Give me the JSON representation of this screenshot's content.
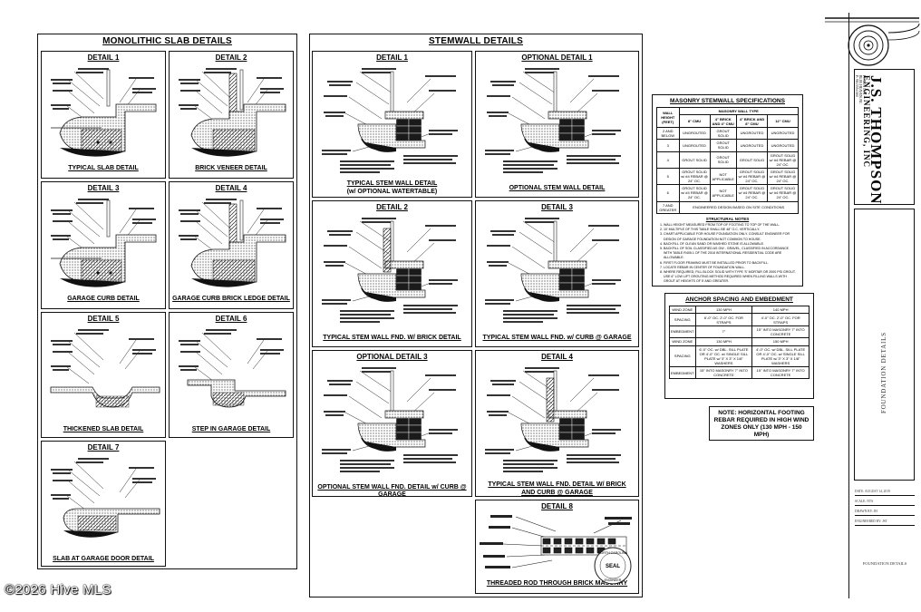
{
  "monolithic": {
    "title": "MONOLITHIC SLAB DETAILS",
    "details": [
      {
        "head": "DETAIL 1",
        "caption": "TYPICAL SLAB DETAIL"
      },
      {
        "head": "DETAIL 2",
        "caption": "BRICK VENEER DETAIL"
      },
      {
        "head": "DETAIL 3",
        "caption": "GARAGE CURB DETAIL"
      },
      {
        "head": "DETAIL 4",
        "caption": "GARAGE CURB BRICK LEDGE DETAIL"
      },
      {
        "head": "DETAIL 5",
        "caption": "THICKENED SLAB DETAIL"
      },
      {
        "head": "DETAIL 6",
        "caption": "STEP IN GARAGE DETAIL"
      },
      {
        "head": "DETAIL 7",
        "caption": "SLAB AT GARAGE DOOR DETAIL"
      }
    ]
  },
  "stemwall": {
    "title": "STEMWALL DETAILS",
    "details": [
      {
        "head": "DETAIL 1",
        "caption": "TYPICAL STEM WALL DETAIL",
        "caption2": "(w/ OPTIONAL WATERTABLE)"
      },
      {
        "head": "OPTIONAL DETAIL 1",
        "caption": "OPTIONAL STEM WALL DETAIL",
        "caption2": ""
      },
      {
        "head": "DETAIL 2",
        "caption": "TYPICAL STEM WALL FND. W/ BRICK DETAIL",
        "caption2": ""
      },
      {
        "head": "DETAIL 3",
        "caption": "TYPICAL STEM WALL FND. w/ CURB @ GARAGE",
        "caption2": ""
      },
      {
        "head": "OPTIONAL DETAIL 3",
        "caption": "OPTIONAL STEM WALL FND. DETAIL w/ CURB @ GARAGE",
        "caption2": ""
      },
      {
        "head": "DETAIL 4",
        "caption": "TYPICAL STEM WALL FND. DETAIL W/ BRICK",
        "caption2": "AND CURB @ GARAGE"
      },
      {
        "head": "DETAIL 8",
        "caption": "THREADED ROD THROUGH BRICK MASONRY",
        "caption2": ""
      }
    ]
  },
  "masonry_spec": {
    "title": "MASONRY STEMWALL SPECIFICATIONS",
    "header_left": "WALL HEIGHT (FEET)",
    "header_group": "MASONRY WALL TYPE",
    "columns": [
      "8\" CMU",
      "4\" BRICK AND 4\" CMU",
      "4\" BRICK AND 8\" CMU",
      "12\" CMU"
    ],
    "rows": [
      [
        "2 AND BELOW",
        "UNGROUTED",
        "GROUT SOLID",
        "UNGROUTED",
        "UNGROUTED"
      ],
      [
        "3",
        "UNGROUTED",
        "GROUT SOLID",
        "UNGROUTED",
        "UNGROUTED"
      ],
      [
        "4",
        "GROUT SOLID",
        "GROUT SOLID",
        "GROUT SOLID",
        "GROUT SOLID w/ #4 REBAR @ 24\" OC."
      ],
      [
        "5",
        "GROUT SOLID w/ #4 REBAR @ 24\" OC.",
        "NOT APPLICABLE",
        "GROUT SOLID w/ #4 REBAR @ 24\" OC.",
        "GROUT SOLID w/ #4 REBAR @ 24\" OC."
      ],
      [
        "6",
        "GROUT SOLID w/ #4 REBAR @ 24\" OC.",
        "NOT APPLICABLE",
        "GROUT SOLID w/ #4 REBAR @ 24\" OC.",
        "GROUT SOLID w/ #4 REBAR @ 24\" OC."
      ]
    ],
    "last_row": [
      "7 AND GREATER",
      "ENGINEERED DESIGN BASED ON SITE CONDITIONS"
    ],
    "notes_title": "STRUCTURAL NOTES",
    "notes": [
      "WALL HEIGHT MEASURED FROM TOP OF FOOTING TO TOP OF THE WALL.",
      "10' MULTIPLE OF THIS TABLE SHALL BE 48\" O.C. VERTICALLY.",
      "CHART APPLICABLE FOR HOUSE FOUNDATION ONLY. CONSULT ENGINEER FOR DESIGN OF GARAGE FOUNDATION NOT COMMON TO HOUSE.",
      "BACKFILL OF CLEAN SAND OR WASHED STONE IS ALLOWABLE.",
      "BACKFILL OF SOIL CLASSIFIED AS GW - GRAVEL, CLASSIFIED IN ACCORDANCE WITH TABLE R405.1 OF THE 2018 INTERNATIONAL RESIDENTIAL CODE ARE ALLOWABLE.",
      "FIRST FLOOR FRAMING MUST BE INSTALLED PRIOR TO BACKFILL.",
      "LOCATE REBAR IN CENTER OF FOUNDATION WALL.",
      "WHERE REQUIRED, FILL BLOCK SOLID WITH TYPE 'S' MORTAR OR 2000 PSI GROUT. USE 6\" LOW LIFT GROUTING METHOD REQUIRED WHEN FILLING WALLS WITH GROUT AT HEIGHTS OF 5' AND GREATER."
    ]
  },
  "anchor_spec": {
    "title": "ANCHOR SPACING AND EMBEDMENT",
    "rows": [
      [
        "WIND ZONE",
        "130 MPH",
        "140 MPH"
      ],
      [
        "SPACING",
        "6'-0\" OC. 2'-0\" OC. FOR STRAPS",
        "4'-0\" OC. 2'-0\" OC. FOR STRAPS"
      ],
      [
        "EMBEDMENT",
        "7\"",
        "15\" INTO MASONRY 7\" INTO CONCRETE"
      ],
      [
        "WIND ZONE",
        "130 MPH",
        "150 MPH"
      ],
      [
        "SPACING",
        "6'-0\" OC. w/ DBL. SILL PLATE OR 4'-0\" OC. w/ SINGLE SILL PLATE w/ 3\" X 3\" X 1/8\" WASHERS",
        "4'-0\" OC. w/ DBL. SILL PLATE OR 4'-0\" OC. w/ SINGLE SILL PLATE w/ 3\" X 3\" X 1/8\" WASHERS"
      ],
      [
        "EMBEDMENT",
        "15\" INTO MASONRY 7\" INTO CONCRETE",
        "15\" INTO MASONRY 7\" INTO CONCRETE"
      ]
    ]
  },
  "rebar_note": {
    "text": "NOTE: HORIZONTAL FOOTING REBAR REQUIRED IN HIGH WIND ZONES ONLY (130 MPH - 150 MPH)"
  },
  "title_block": {
    "company": "J.S. THOMPSON",
    "company2": "ENGINEERING, INC",
    "address_lines": [
      "PO BOX 1391",
      "BLUE HEAVEN, NC",
      "P: 910.555.0100"
    ],
    "sheet_title": "FOUNDATION DETAILS",
    "rows": [
      "DATE: AUGUST 14, 2019",
      "SCALE: NTS",
      "DRAWN BY: JH",
      "ENGINEERED BY: JST"
    ],
    "sheet_label": "FOUNDATION DETAILS"
  },
  "seal": {
    "text_top": "NORTH CAROLINA",
    "text_mid": "SEAL",
    "text_bottom": "ENGINEER"
  },
  "watermark": {
    "text": "©2026 Hive MLS"
  }
}
